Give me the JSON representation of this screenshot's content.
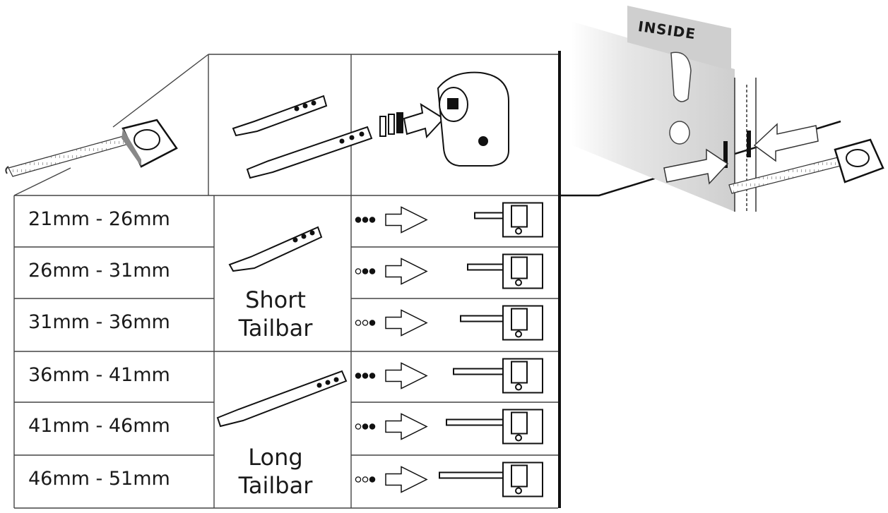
{
  "door_panel": {
    "inside_label": "INSIDE"
  },
  "table": {
    "groups": [
      {
        "label_line1": "Short",
        "label_line2": "Tailbar"
      },
      {
        "label_line1": "Long",
        "label_line2": "Tailbar"
      }
    ],
    "rows": [
      {
        "range": "21mm - 26mm",
        "group": 0,
        "filled_dots": 3
      },
      {
        "range": "26mm - 31mm",
        "group": 0,
        "filled_dots": 2
      },
      {
        "range": "31mm - 36mm",
        "group": 0,
        "filled_dots": 1
      },
      {
        "range": "36mm - 41mm",
        "group": 1,
        "filled_dots": 3
      },
      {
        "range": "41mm - 46mm",
        "group": 1,
        "filled_dots": 2
      },
      {
        "range": "46mm - 51mm",
        "group": 1,
        "filled_dots": 1
      }
    ]
  },
  "colors": {
    "ink": "#1a1a1a",
    "line": "#555555",
    "door": "#dcdcdc",
    "banner": "#cfcfcf"
  }
}
